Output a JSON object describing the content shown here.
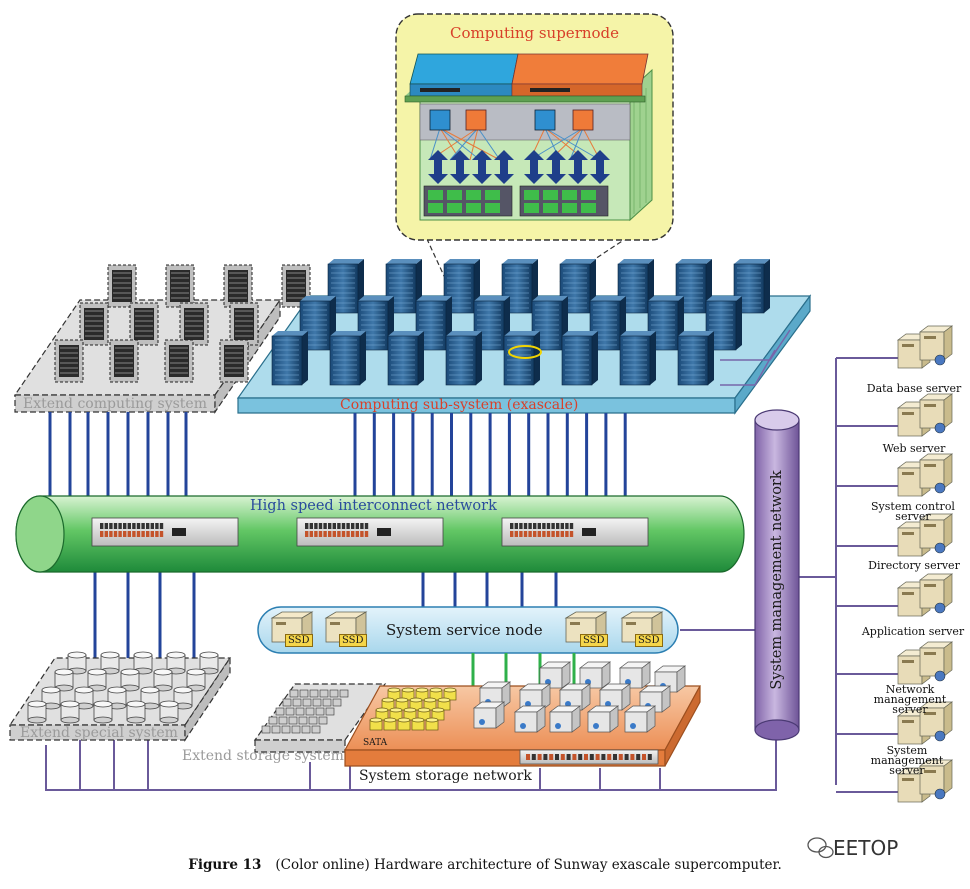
{
  "labels": {
    "supernode": "Computing supernode",
    "extend_computing": "Extend computing system",
    "computing_sub": "Computing sub-system (exascale)",
    "hsin": "High speed interconnect network",
    "service_node": "System service node",
    "ssd": "SSD",
    "extend_special": "Extend special system",
    "extend_storage": "Extend storage system",
    "sata": "SATA",
    "storage_network": "System storage network",
    "mgmt_network": "System management network"
  },
  "servers": [
    {
      "line1": "Data base server",
      "line2": ""
    },
    {
      "line1": "Web server",
      "line2": ""
    },
    {
      "line1": "System control server",
      "line2": ""
    },
    {
      "line1": "Directory server",
      "line2": ""
    },
    {
      "line1": "Application server",
      "line2": ""
    },
    {
      "line1": "Network management",
      "line2": "server"
    },
    {
      "line1": "System management",
      "line2": "server"
    }
  ],
  "caption": {
    "label": "Figure 13",
    "text": "(Color online) Hardware architecture of Sunway exascale supercomputer."
  },
  "watermark": "EETOP"
}
